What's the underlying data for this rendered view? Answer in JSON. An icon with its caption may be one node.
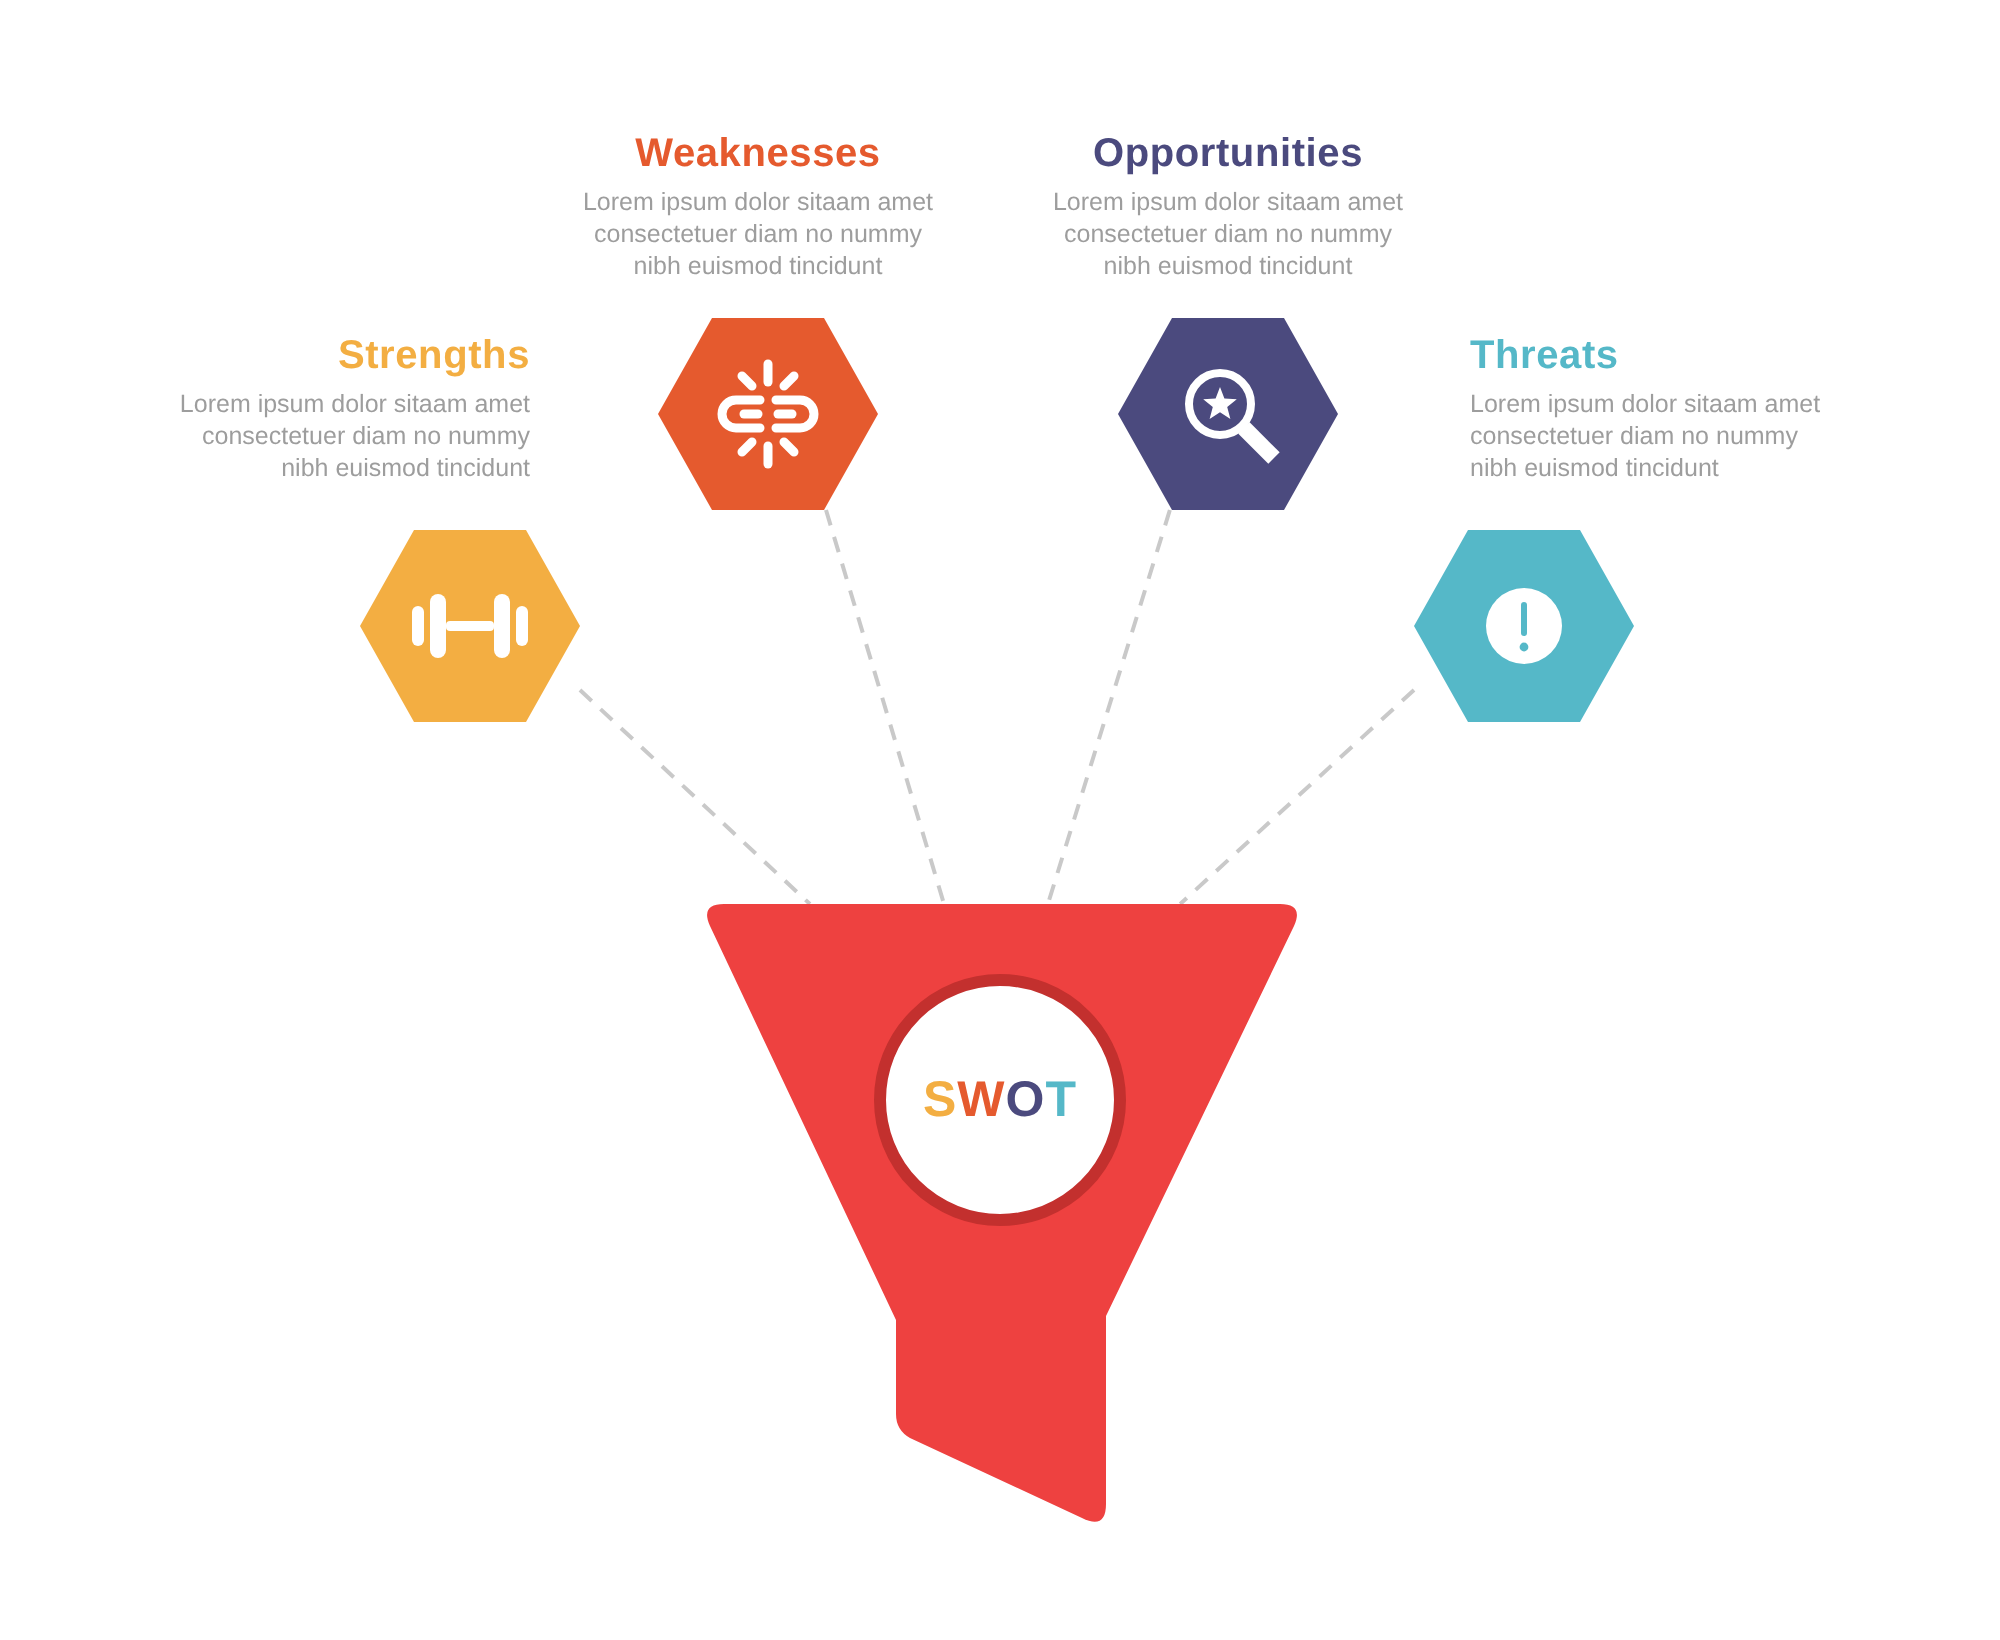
{
  "diagram": {
    "nodes": [
      {
        "text": [
          "Strengths",
          "Lorem ipsum dolor sitaam amet consectetuer diam no nummy nibh euismod tincidunt"
        ]
      },
      {
        "text": [
          "Weaknesses",
          "Lorem ipsum dolor sitaam amet consectetuer diam no nummy nibh euismod tincidunt"
        ]
      },
      {
        "text": [
          "Opportunities",
          "Lorem ipsum dolor sitaam amet consectetuer diam no nummy nibh euismod tincidunt"
        ]
      },
      {
        "text": [
          "Threats",
          "Lorem ipsum dolor sitaam amet consectetuer diam no nummy nibh euismod tincidunt"
        ]
      },
      {
        "text": [],
        "shape": "funnel"
      },
      {
        "text": [
          "SWOT"
        ],
        "in": 4
      }
    ],
    "edges": [
      {
        "from": 0,
        "to": 4,
        "arrow": "none",
        "style": "dashed"
      },
      {
        "from": 1,
        "to": 4,
        "arrow": "none",
        "style": "dashed"
      },
      {
        "from": 2,
        "to": 4,
        "arrow": "none",
        "style": "dashed"
      },
      {
        "from": 3,
        "to": 4,
        "arrow": "none",
        "style": "dashed"
      }
    ]
  }
}
